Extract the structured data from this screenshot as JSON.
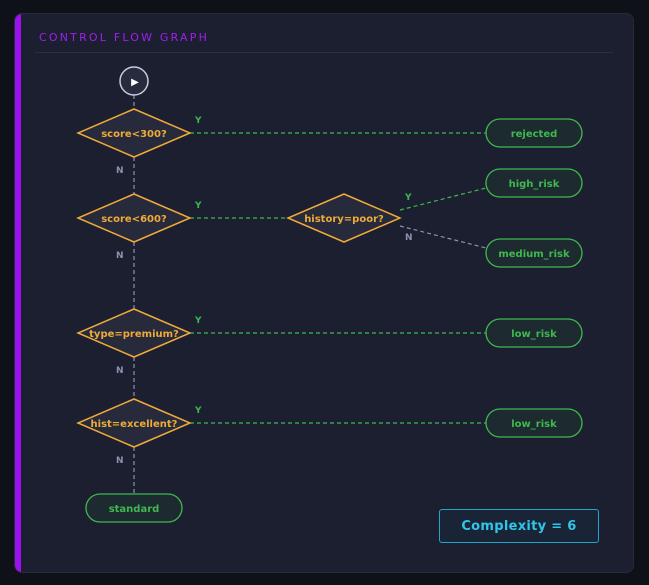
{
  "header": {
    "title": "CONTROL FLOW GRAPH"
  },
  "graph": {
    "start_symbol": "▶",
    "decisions": [
      {
        "id": "d1",
        "label": "score<300?"
      },
      {
        "id": "d2",
        "label": "score<600?"
      },
      {
        "id": "d3",
        "label": "history=poor?"
      },
      {
        "id": "d4",
        "label": "type=premium?"
      },
      {
        "id": "d5",
        "label": "hist=excellent?"
      }
    ],
    "terminals": [
      {
        "id": "t_rejected",
        "label": "rejected"
      },
      {
        "id": "t_high",
        "label": "high_risk"
      },
      {
        "id": "t_medium",
        "label": "medium_risk"
      },
      {
        "id": "t_low1",
        "label": "low_risk"
      },
      {
        "id": "t_low2",
        "label": "low_risk"
      },
      {
        "id": "t_standard",
        "label": "standard"
      }
    ],
    "branch_labels": {
      "yes": "Y",
      "no": "N"
    },
    "edges": [
      {
        "from": "start",
        "to": "d1",
        "label": ""
      },
      {
        "from": "d1",
        "to": "t_rejected",
        "label": "Y"
      },
      {
        "from": "d1",
        "to": "d2",
        "label": "N"
      },
      {
        "from": "d2",
        "to": "d3",
        "label": "Y"
      },
      {
        "from": "d3",
        "to": "t_high",
        "label": "Y"
      },
      {
        "from": "d3",
        "to": "t_medium",
        "label": "N"
      },
      {
        "from": "d2",
        "to": "d4",
        "label": "N"
      },
      {
        "from": "d4",
        "to": "t_low1",
        "label": "Y"
      },
      {
        "from": "d4",
        "to": "d5",
        "label": "N"
      },
      {
        "from": "d5",
        "to": "t_low2",
        "label": "Y"
      },
      {
        "from": "d5",
        "to": "t_standard",
        "label": "N"
      }
    ]
  },
  "footer": {
    "complexity": "Complexity = 6"
  },
  "colors": {
    "decision_stroke": "#f0aa3a",
    "terminal_stroke": "#3fb94f",
    "yes_edge": "#3fb94f",
    "no_edge": "#8a93b0",
    "accent": "#9b12ee",
    "complexity": "#2fc6e9"
  }
}
